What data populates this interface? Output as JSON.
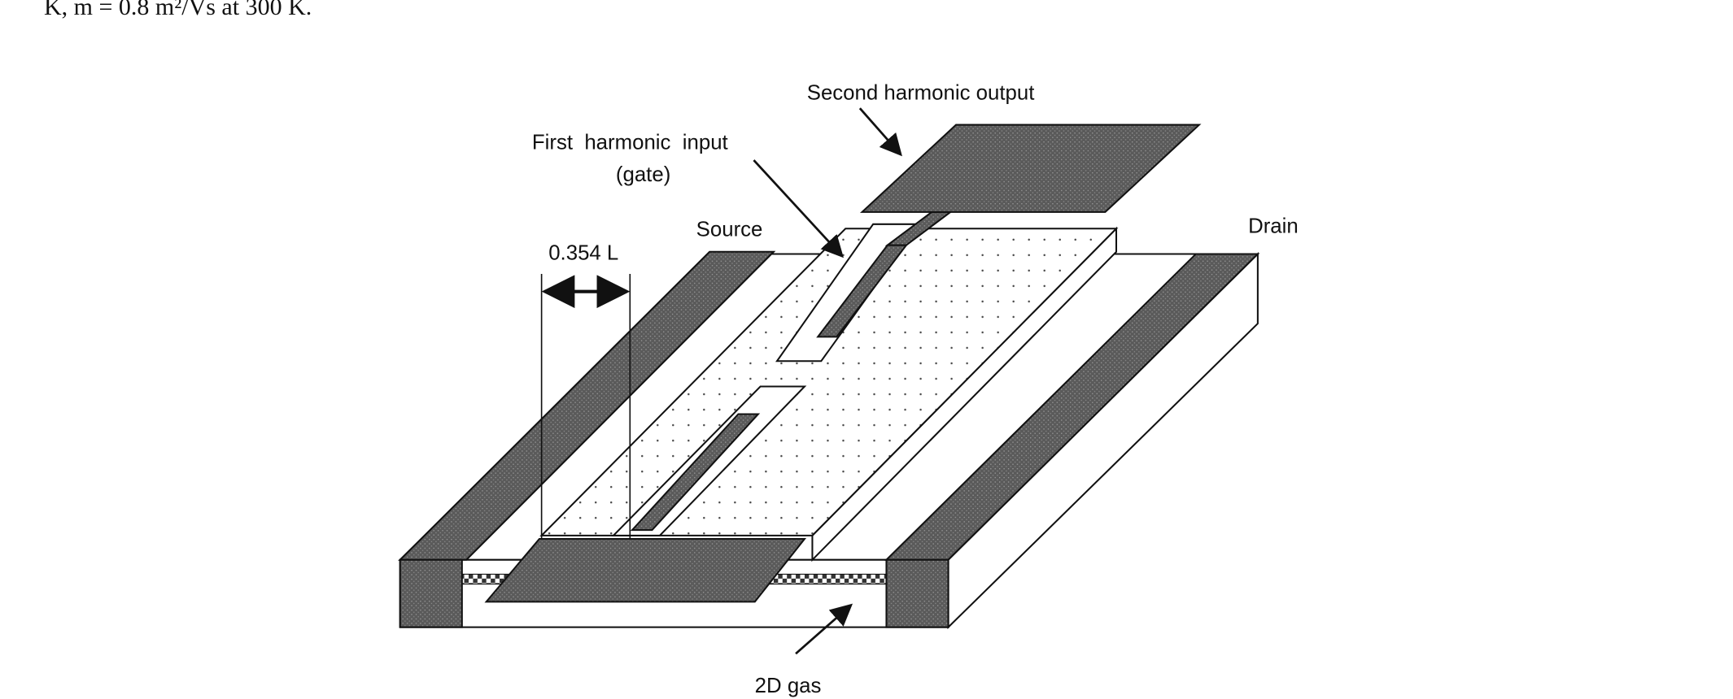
{
  "caption_fragment": "K, m = 0.8 m²/Vs at 300 K.",
  "diagram": {
    "labels": {
      "second_harmonic_output": "Second harmonic output",
      "first_harmonic_input": "First  harmonic  input",
      "gate": "(gate)",
      "source": "Source",
      "drain": "Drain",
      "dimension": "0.354 L",
      "two_d_gas": "2D gas"
    },
    "colors": {
      "metal": "#555555",
      "line": "#111111",
      "background": "#ffffff"
    }
  }
}
